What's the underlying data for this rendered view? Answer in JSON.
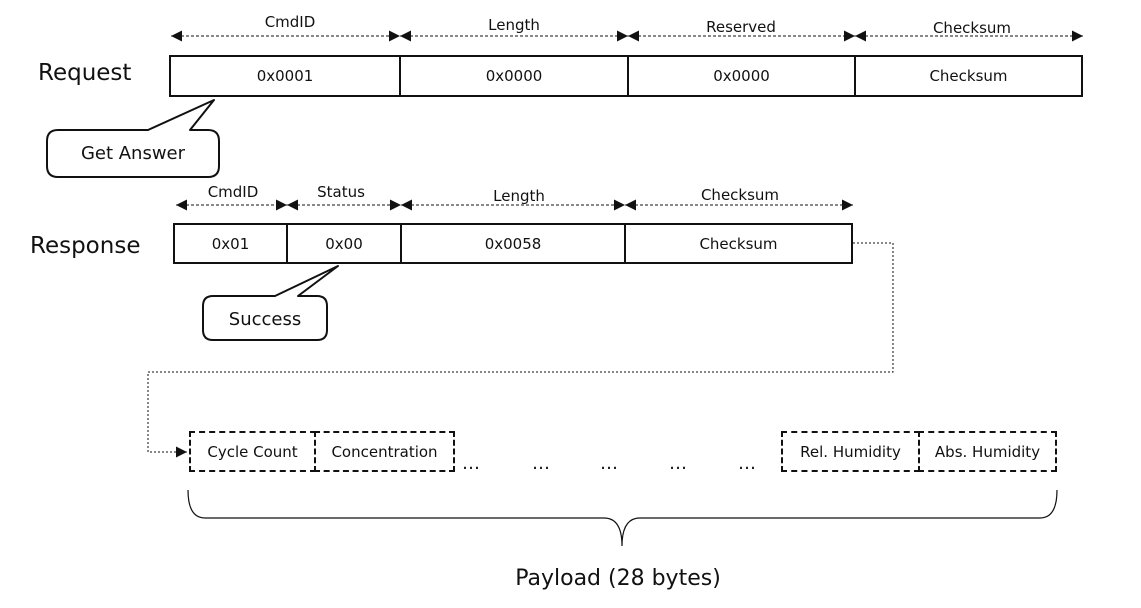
{
  "request": {
    "title": "Request",
    "fields": [
      "CmdID",
      "Length",
      "Reserved",
      "Checksum"
    ],
    "values": [
      "0x0001",
      "0x0000",
      "0x0000",
      "Checksum"
    ],
    "callout": "Get Answer"
  },
  "response": {
    "title": "Response",
    "fields": [
      "CmdID",
      "Status",
      "Length",
      "Checksum"
    ],
    "values": [
      "0x01",
      "0x00",
      "0x0058",
      "Checksum"
    ],
    "callout": "Success"
  },
  "payload": {
    "cells_left": [
      "Cycle Count",
      "Concentration"
    ],
    "cells_right": [
      "Rel. Humidity",
      "Abs. Humidity"
    ],
    "ellipsis": "…",
    "label": "Payload (28 bytes)"
  }
}
